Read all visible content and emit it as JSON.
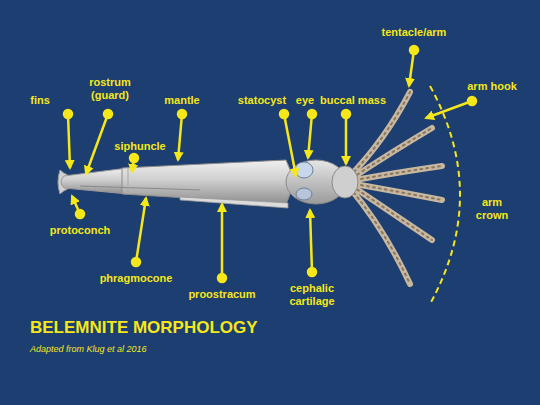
{
  "diagram": {
    "title": "BELEMNITE MORPHOLOGY",
    "caption": "Adapted from Klug et al 2016",
    "labels": [
      "fins",
      "rostrum (guard)",
      "siphuncle",
      "mantle",
      "statocyst",
      "eye",
      "buccal mass",
      "tentacle/arm",
      "arm hook",
      "arm crown",
      "protoconch",
      "phragmocone",
      "proostracum",
      "cephalic cartilage"
    ]
  }
}
